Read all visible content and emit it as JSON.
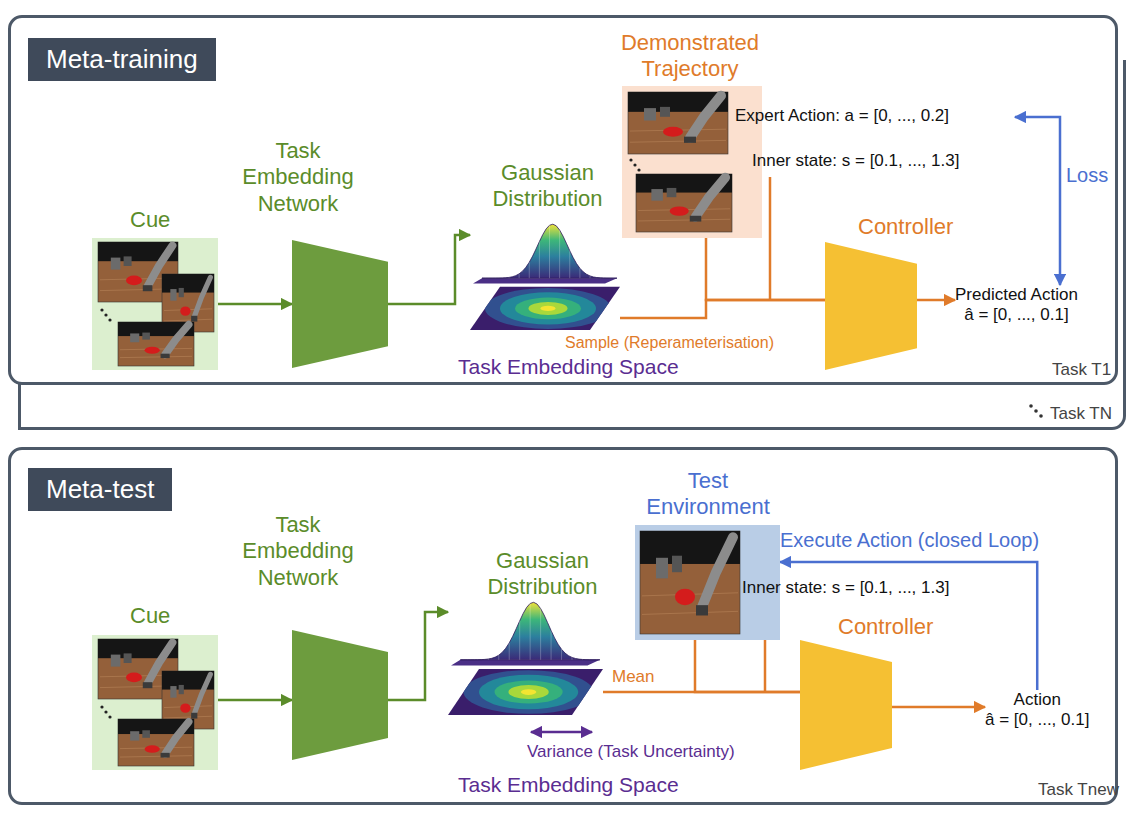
{
  "diagram": {
    "nodes": [
      {
        "text": [
          "Meta-training"
        ]
      },
      {
        "text": [
          "Task TN"
        ]
      },
      {
        "text": [
          "Cue"
        ],
        "in": 0
      },
      {
        "text": [
          "Task Embedding Network"
        ],
        "in": 0
      },
      {
        "text": [
          "Gaussian Distribution",
          "Task Embedding Space"
        ],
        "in": 0
      },
      {
        "text": [
          "Demonstrated Trajectory",
          "Expert Action: a = [0, ..., 0.2]",
          "Inner state: s = [0.1, ..., 1.3]"
        ],
        "in": 0
      },
      {
        "text": [
          "Controller"
        ],
        "in": 0
      },
      {
        "text": [
          "Predicted Action",
          "â = [0, ..., 0.1]"
        ],
        "in": 0
      },
      {
        "text": [
          "Meta-test"
        ]
      },
      {
        "text": [
          "Cue"
        ],
        "in": 8
      },
      {
        "text": [
          "Task Embedding Network"
        ],
        "in": 8
      },
      {
        "text": [
          "Gaussian Distribution",
          "Task Embedding Space"
        ],
        "in": 8
      },
      {
        "text": [
          "Test Environment",
          "Inner state: s = [0.1, ..., 1.3]"
        ],
        "in": 8
      },
      {
        "text": [
          "Controller"
        ],
        "in": 8
      },
      {
        "text": [
          "Action",
          "â = [0, ..., 0.1]"
        ],
        "in": 8
      }
    ],
    "edges": [
      {
        "from": 2,
        "to": 3,
        "arrow": "to"
      },
      {
        "from": 3,
        "to": 4,
        "arrow": "to"
      },
      {
        "from": 4,
        "to": 6,
        "label": "Sample (Reperameterisation)",
        "arrow": "none"
      },
      {
        "from": 5,
        "to": 6,
        "arrow": "none"
      },
      {
        "from": 6,
        "to": 7,
        "arrow": "to"
      },
      {
        "from": 5,
        "to": 7,
        "label": "Loss",
        "arrow": "both"
      },
      {
        "from": 9,
        "to": 10,
        "arrow": "to"
      },
      {
        "from": 10,
        "to": 11,
        "arrow": "to"
      },
      {
        "from": 11,
        "to": 13,
        "label": "Mean",
        "arrow": "none"
      },
      {
        "from": 12,
        "to": 13,
        "arrow": "none"
      },
      {
        "from": 14,
        "to": 12,
        "label": "Execute Action (closed Loop)",
        "arrow": "to"
      },
      {
        "from": 13,
        "to": 14,
        "arrow": "to"
      }
    ],
    "labels": [
      "Task T1",
      "Variance (Task Uncertainty)",
      "Task Tnew"
    ]
  }
}
